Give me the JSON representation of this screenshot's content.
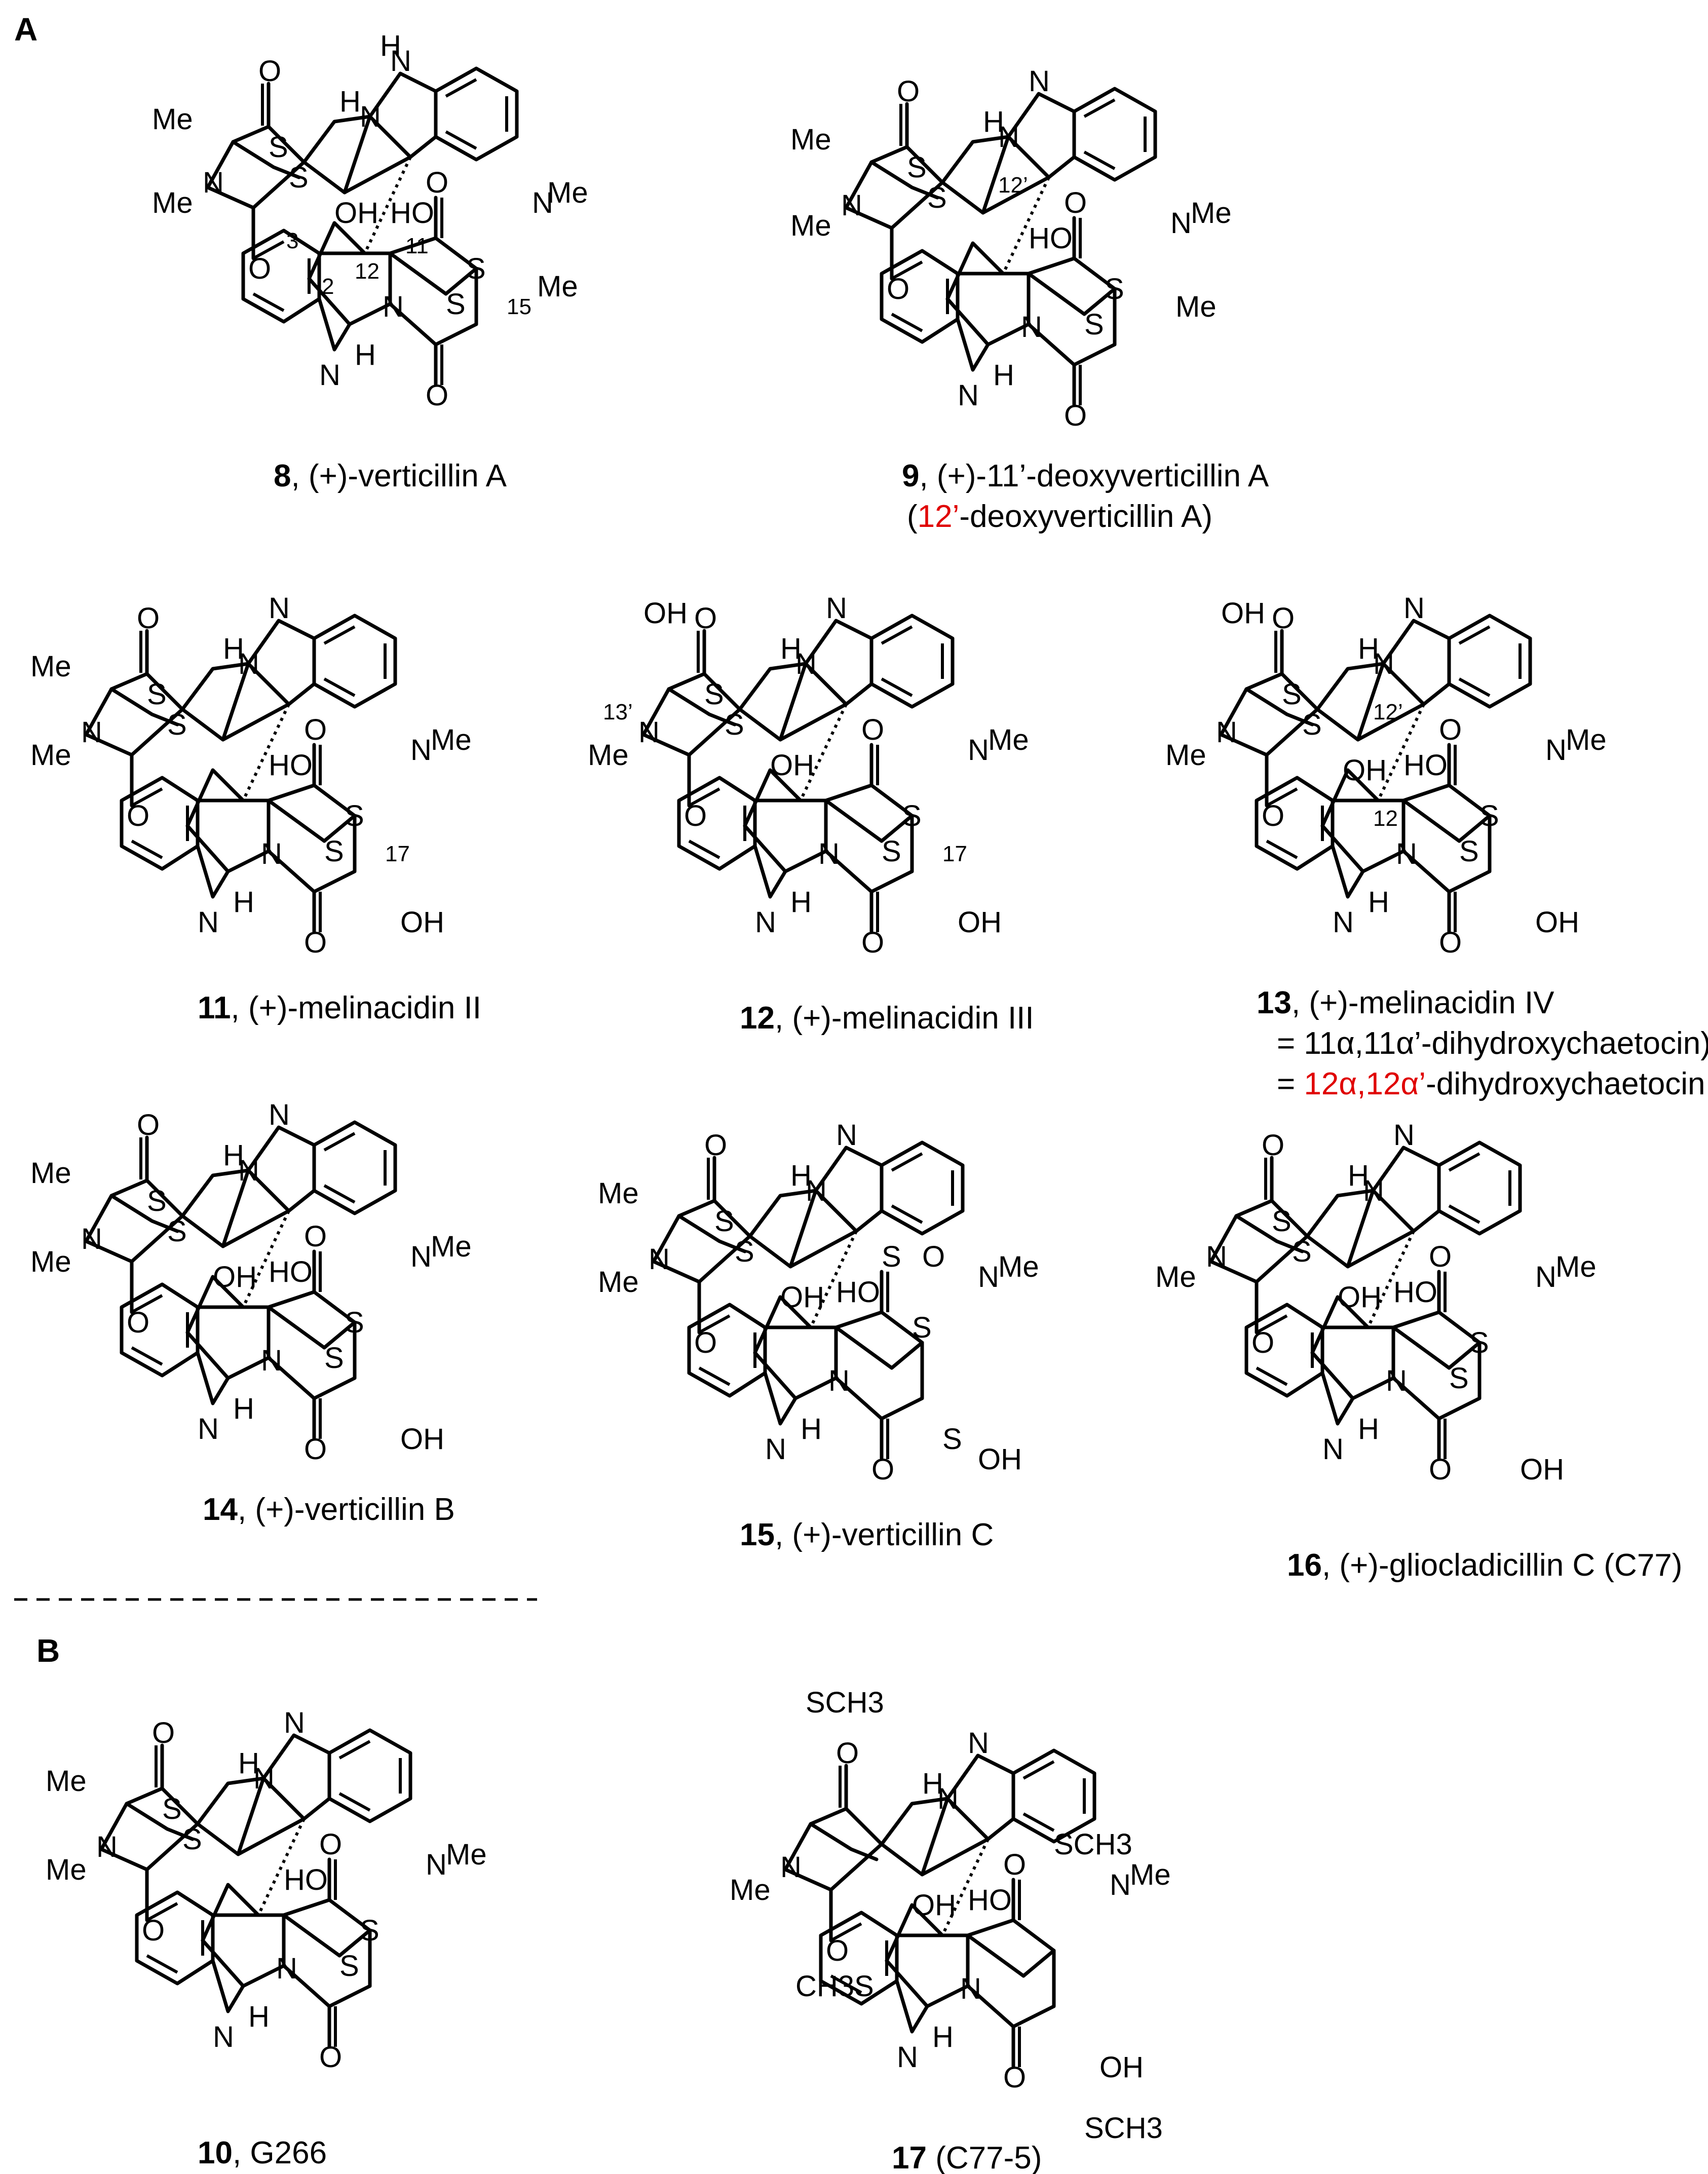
{
  "panels": {
    "a": "A",
    "b": "B"
  },
  "atoms": {
    "me": "Me",
    "n": "N",
    "nh": "N",
    "h": "H",
    "o": "O",
    "s": "S",
    "oh": "OH",
    "ho": "HO",
    "sch3": "SCH3",
    "ch3s": "CH3S"
  },
  "locants": {
    "c2": "2",
    "c3": "3",
    "c11": "11",
    "c12": "12",
    "c15": "15",
    "c12p": "12’",
    "c13p": "13’",
    "c17": "17"
  },
  "compounds": [
    {
      "id": "8",
      "label": ", (+)-verticillin A"
    },
    {
      "id": "9",
      "label": ", (+)-11’-deoxyverticillin A",
      "alt_prefix": "(",
      "alt_red": "12’",
      "alt_suffix": "-deoxyverticillin A)"
    },
    {
      "id": "11",
      "label": ", (+)-melinacidin II"
    },
    {
      "id": "12",
      "label": ", (+)-melinacidin III"
    },
    {
      "id": "13",
      "label": ", (+)-melinacidin IV",
      "line2": "= 11α,11α’-dihydroxychaetocin)",
      "line3_prefix": "= ",
      "line3_red": "12α,12α’",
      "line3_suffix": "-dihydroxychaetocin"
    },
    {
      "id": "14",
      "label": ", (+)-verticillin B"
    },
    {
      "id": "15",
      "label": ", (+)-verticillin C"
    },
    {
      "id": "16",
      "label": ", (+)-gliocladicillin C (C77)"
    },
    {
      "id": "10",
      "label": ", G266"
    },
    {
      "id": "17",
      "label": " (C77-5)"
    }
  ],
  "colors": {
    "highlight": "#e00000",
    "ink": "#000000"
  }
}
